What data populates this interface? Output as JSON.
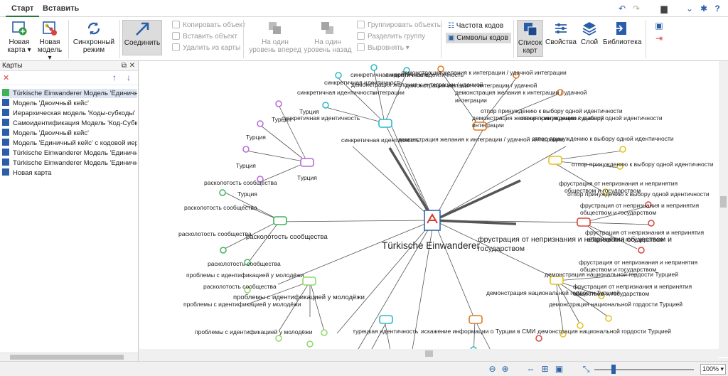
{
  "tabs": [
    {
      "label": "Старт",
      "active": true
    },
    {
      "label": "Вставить",
      "active": false
    }
  ],
  "ribbon": {
    "new_map": "Новая карта ▾",
    "new_model": "Новая модель ▾",
    "sync_mode": "Синхронный режим",
    "connect": "Соединить",
    "copy_object": "Копировать объект",
    "paste_object": "Вставить объект",
    "delete_from_map": "Удалить из карты",
    "level_forward": "На один уровень вперед",
    "level_back": "На один уровень назад",
    "group_objects": "Группировать объекты",
    "ungroup": "Разделить группу",
    "align": "Выровнять",
    "code_frequency": "Частота кодов",
    "code_symbols": "Символы кодов",
    "map_list": "Список карт",
    "properties": "Свойства",
    "layer": "Слой",
    "library": "Библиотека"
  },
  "left_panel": {
    "title": "Карты",
    "items": [
      "Türkische Einwanderer Модель 'Единичный",
      "Модель 'Двоичный кейс'",
      "Иерархическая модель 'Коды-субкоды'",
      "Самоидентификация Модель 'Код-Субкод",
      "Модель 'Двоичный кейс'",
      "Модель 'Единичный кейс' с кодовой иера",
      "Türkische Einwanderer Модель 'Единичны",
      "Türkische Einwanderer Модель 'Единичны",
      "Новая карта"
    ]
  },
  "status": {
    "zoom": "100%"
  },
  "map": {
    "center_label": "Türkische Einwanderer",
    "labels": {
      "l1": "синкретичная идентичность",
      "l2": "синкретичная идентичность",
      "l3": "синкретичная идентичность",
      "l4": "синкретичная идентичность",
      "l5": "синкретичная идентичность",
      "l6": "синкретичная идентичность",
      "l7": "демонстрация желания к интеграции / удачной интеграции",
      "l8": "демонстрация желания к интеграции / удачной",
      "l9": "демонстрация желания к интеграции / удачной",
      "l10": "интеграции",
      "l11": "демонстрация желания к интеграции / удачной",
      "l12": "интеграции",
      "l13": "отпор принуждению к выбору одной идентичности",
      "l14": "демонстрация желания к интеграции / удачной",
      "l15": "интеграции",
      "l16": "демонстрация желания к интеграции / удачной интеграции",
      "l17": "отпор принуждению к выбору одной идентичности",
      "l18": "отпор принуждению к выбору одной идентичности",
      "l19": "отпор принуждению к выбору одной идентичности",
      "l20": "отпор принуждению к выбору одной идентичности",
      "l21": "фрустрация от непризнания и непринятия",
      "l22": "обществом и государством",
      "l23": "фрустрация от непризнания и непринятия",
      "l24": "обществом и государством",
      "l25": "фрустрация от непризнания и непринятия обществом и",
      "l26": "государством",
      "l27": "фрустрация от непризнания и непринятия",
      "l28": "обществом и государством",
      "l29": "фрустрация от непризнания и непринятия",
      "l30": "обществом и государством",
      "l31": "фрустрация от непризнания и непринятия",
      "l32": "обществом и государством",
      "l33": "демонстрация национальной гордости Турцией",
      "l34": "демонстрация национальной гордости Турцией",
      "l35": "демонстрация национальной гордости Турцией",
      "l36": "демонстрация национальной гордости Турцией",
      "l37": "турецкая идентичность",
      "l38": "искажение информации о Турции в СМИ",
      "l39": "Турция",
      "l40": "Турция",
      "l41": "Турция",
      "l42": "Турция",
      "l43": "Турция",
      "l44": "Турция",
      "l45": "расколотость сообщества",
      "l46": "расколотость сообщества",
      "l47": "расколотость сообщества",
      "l48": "расколотость сообщества",
      "l49": "расколотость сообщества",
      "l50": "расколотость сообщества",
      "l51": "проблемы с идентификацией у молодёжи",
      "l52": "проблемы с идентификацией у молодёжи",
      "l53": "проблемы с идентификацией у молодёжи",
      "l54": "проблемы с идентификацией у молодёжи"
    }
  },
  "colors": {
    "accent_green": "#1e7b3a",
    "icon_blue": "#2a5ea8",
    "cyan": "#2ab7c8",
    "orange": "#e07a1e",
    "yellow": "#e3c21b",
    "red": "#d9433a",
    "violet": "#b469d9",
    "green": "#3fb35a",
    "lightgreen": "#8fd96a",
    "pdf_red": "#d23a2b"
  }
}
